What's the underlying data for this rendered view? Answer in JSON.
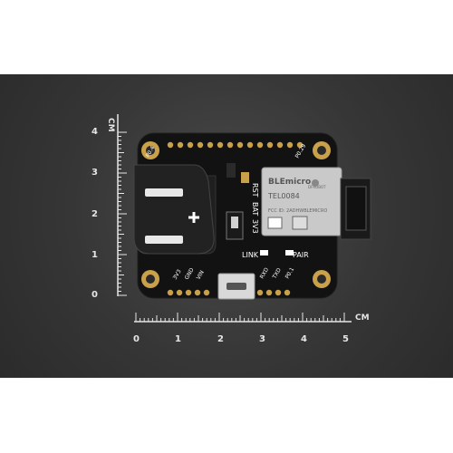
{
  "ruler": {
    "unit": "CM",
    "vertical_labels": [
      "4",
      "3",
      "2",
      "1",
      "0"
    ],
    "horizontal_labels": [
      "0",
      "1",
      "2",
      "3",
      "4",
      "5"
    ]
  },
  "board": {
    "module": {
      "brand": "BLEmicro",
      "model": "TEL0084",
      "fcc": "FCC ID: 2ADHWBLEMICRO",
      "vendor": "DFROBOT"
    },
    "labels": {
      "rst": "RST",
      "bat": "BAT",
      "v33": "3V3",
      "link": "LINK",
      "pair": "PAIR",
      "pin_top_left": "P0.4",
      "pin_top_right": "P0.29",
      "pin_bottom_1": "3V3",
      "pin_bottom_2": "GND",
      "pin_bottom_3": "VIN",
      "pin_bottom_4": "RXD",
      "pin_bottom_5": "TXD",
      "pin_bottom_6": "P0.1"
    }
  },
  "colors": {
    "background": "#3a3a3a",
    "board": "#111111",
    "gold": "#c9a14a",
    "ruler": "#e8e8e8"
  }
}
